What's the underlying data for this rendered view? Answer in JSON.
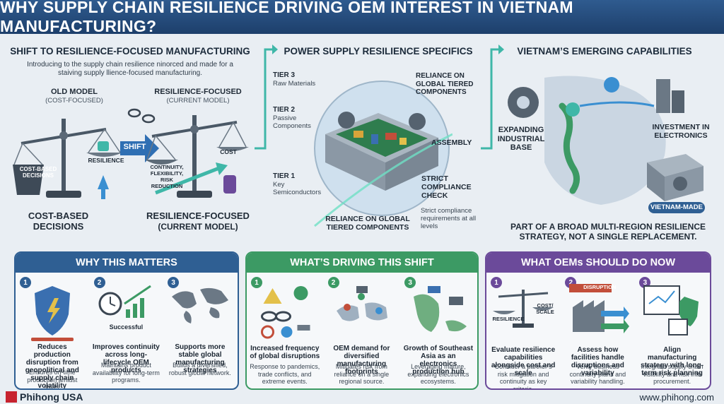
{
  "title": "WHY SUPPLY CHAIN RESILIENCE DRIVING OEM INTEREST IN VIETNAM MANUFACTURING?",
  "left": {
    "title": "SHIFT TO RESILIENCE-FOCUSED MANUFACTURING",
    "intro": "Introducing to the supply chain resilience ninorced and made for a staiving supply llience-focused manufacturing.",
    "old_label": "OLD MODEL",
    "old_sub": "(COST-FOCUSED)",
    "new_label": "RESILIENCE-FOCUSED",
    "new_sub": "(CURRENT MODEL)",
    "weight_label": "COST-BASED DECISIONS",
    "resilience_label": "RESILIENCE",
    "shift_label": "SHIFT",
    "continuity_label": "CONTINUITY, FLEXIBILITY, RISK REDUCTION",
    "cost_label": "COST",
    "bottom_left": "COST-BASED DECISIONS",
    "bottom_right_1": "RESILIENCE-FOCUSED",
    "bottom_right_2": "(CURRENT MODEL)"
  },
  "middle": {
    "title": "POWER SUPPLY RESILIENCE SPECIFICS",
    "tier3": "TIER 3",
    "tier3_sub": "Raw Materials",
    "tier2": "TIER 2",
    "tier2_sub": "Passive Components",
    "tier1": "TIER 1",
    "tier1_sub": "Key Semiconductors",
    "reliance_top": "RELIANCE ON GLOBAL TIERED COMPONENTS",
    "assembly": "ASSEMBLY",
    "compliance": "STRICT COMPLIANCE CHECK",
    "compliance_note": "Strict compliance requirements at all levels",
    "reliance_bottom": "RELIANCE ON GLOBAL TIERED COMPONENTS"
  },
  "right": {
    "title": "VIETNAM’S EMERGING CAPABILITIES",
    "industrial": "EXPANDING INDUSTRIAL BASE",
    "investment": "INVESTMENT IN ELECTRONICS",
    "made": "VIETNAM-MADE",
    "strategy": "PART OF A BROAD MULTI-REGION RESILIENCE STRATEGY, NOT A SINGLE REPLACEMENT."
  },
  "panels": [
    {
      "title": "WHY THIS MATTERS",
      "color": "#2f5f93",
      "items": [
        {
          "num": "1",
          "title": "Reduces production disruption from geopolitical and supply chain volatility",
          "desc": "Ensures on-time production amidst shifts."
        },
        {
          "num": "2",
          "extra": "Successful",
          "title": "Improves continuity across long-lifecycle OEM products",
          "desc": "Maintains product availability for long-term programs."
        },
        {
          "num": "3",
          "title": "Supports more stable global manufacturing strategies",
          "desc": "Builds a diversified, robust global network."
        }
      ]
    },
    {
      "title": "WHAT’S DRIVING THIS SHIFT",
      "color": "#3c9a64",
      "items": [
        {
          "num": "1",
          "title": "Increased frequency of global disruptions",
          "desc": "Response to pandemics, trade conflicts, and extreme events."
        },
        {
          "num": "2",
          "title": "OEM demand for diversified manufacturing footprints",
          "desc": "Mitigates risk from reliance on a single regional source."
        },
        {
          "num": "3",
          "title": "Growth of Southeast Asia as an electronics production hub",
          "desc": "Leveraging mature, expanding electronics ecosystems."
        }
      ]
    },
    {
      "title": "WHAT OEMs SHOULD DO NOW",
      "color": "#6b4a9a",
      "items": [
        {
          "num": "1",
          "tag1": "RESILIENCE",
          "tag2": "COST/ SCALE",
          "title": "Evaluate resilience capabilities alongside cost and scale",
          "desc": "Consider a partner’s risk mitigation and continuity as key criteria."
        },
        {
          "num": "2",
          "tag1": "DISRUPTION",
          "title": "Assess how facilities handle disruptions and variability",
          "desc": "Verify business continuity plans and variability handling."
        },
        {
          "num": "3",
          "title": "Align manufacturing strategy with long-term risk planning",
          "desc": "Integrate supply chain visibility and risk into procurement."
        }
      ]
    }
  ],
  "footer": {
    "brand": "Phihong USA",
    "url": "www.phihong.com"
  },
  "colors": {
    "banner": "#1d3f6b",
    "teal": "#3fb7a8",
    "blue": "#2f5f93",
    "green": "#3c9a64",
    "purple": "#6b4a9a"
  }
}
